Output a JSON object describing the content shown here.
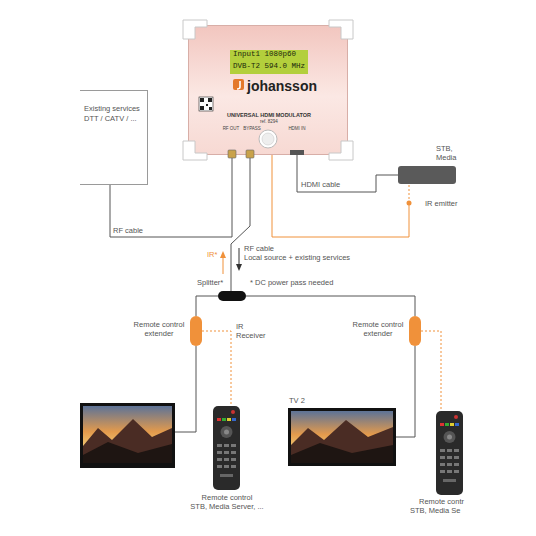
{
  "diagram": {
    "nodes": [
      {
        "text": [
          "Input1 1080p60",
          "DVB-T2 594.0 MHz",
          "johansson",
          "UNIVERSAL HDMI MODULATOR",
          "ref. 8294"
        ]
      },
      {
        "text": [
          "Existing services",
          "DTT / CATV / ..."
        ]
      },
      {
        "text": [
          "STB, Media"
        ]
      },
      {
        "text": [
          "Splitter*"
        ]
      },
      {
        "text": [
          "Remote control extender"
        ]
      },
      {
        "text": [
          "Remote control extender"
        ]
      }
    ],
    "edges": [
      {
        "from": 1,
        "to": 0,
        "arrow": "none",
        "label": "RF cable"
      },
      {
        "from": 2,
        "to": 0,
        "arrow": "none",
        "label": "HDMI cable"
      },
      {
        "from": 0,
        "to": 2,
        "arrow": "none",
        "label": "IR emitter"
      },
      {
        "from": 0,
        "to": 3,
        "arrow": "none"
      },
      {
        "from": 3,
        "to": 4,
        "arrow": "none"
      },
      {
        "from": 3,
        "to": 5,
        "arrow": "none"
      }
    ],
    "labels": [
      "IR*",
      "RF cable",
      "Local source + existing services",
      "* DC power pass needed",
      "IR Receiver",
      "Remote control",
      "STB, Media Server, ...",
      "TV 2",
      "Remote contr",
      "STB, Media Se",
      "RF OUT",
      "BYPASS",
      "HDMI IN"
    ]
  }
}
